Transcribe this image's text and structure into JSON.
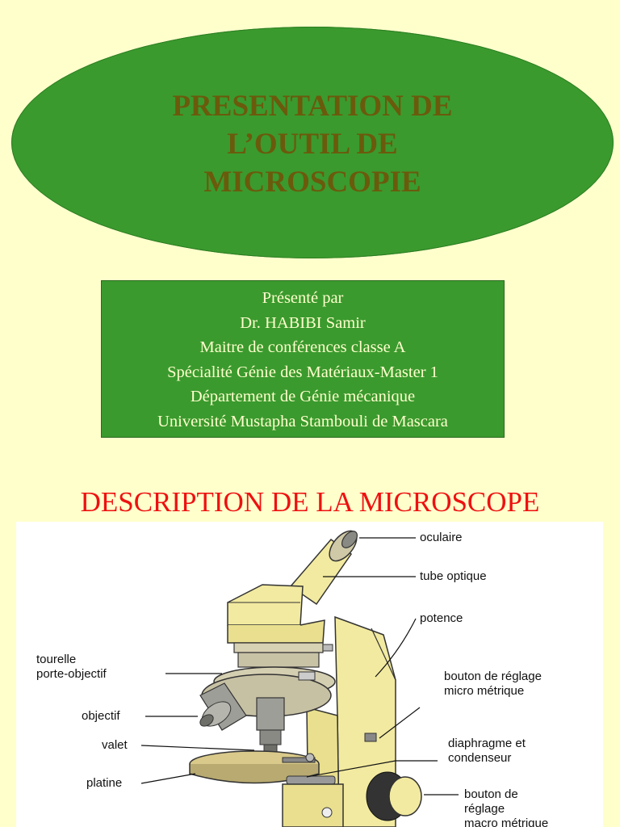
{
  "header": {
    "title_lines": [
      "PRESENTATION DE",
      "L’OUTIL DE",
      "MICROSCOPIE"
    ]
  },
  "presenter": {
    "lines": [
      "Présenté par",
      "Dr. HABIBI Samir",
      "Maitre de conférences classe A",
      "Spécialité Génie des Matériaux-Master 1",
      "Département de Génie mécanique",
      "Université Mustapha Stambouli de Mascara"
    ]
  },
  "section": {
    "title": "DESCRIPTION DE LA MICROSCOPE"
  },
  "diagram": {
    "labels": {
      "oculaire": "oculaire",
      "tube_optique": "tube optique",
      "potence": "potence",
      "tourelle_1": "tourelle",
      "tourelle_2": "porte-objectif",
      "bouton_micro_1": "bouton de réglage",
      "bouton_micro_2": "micro métrique",
      "objectif": "objectif",
      "valet": "valet",
      "diaphragme_1": "diaphragme et",
      "diaphragme_2": "condenseur",
      "platine": "platine",
      "bouton_macro_1": "bouton de",
      "bouton_macro_2": "réglage",
      "bouton_macro_3": "macro métrique"
    }
  },
  "colors": {
    "background": "#ffffcc",
    "green": "#3a9a2e",
    "title_text": "#6b5a0c",
    "section_title": "#ee1111",
    "microscope_body": "#f2eaa0"
  }
}
